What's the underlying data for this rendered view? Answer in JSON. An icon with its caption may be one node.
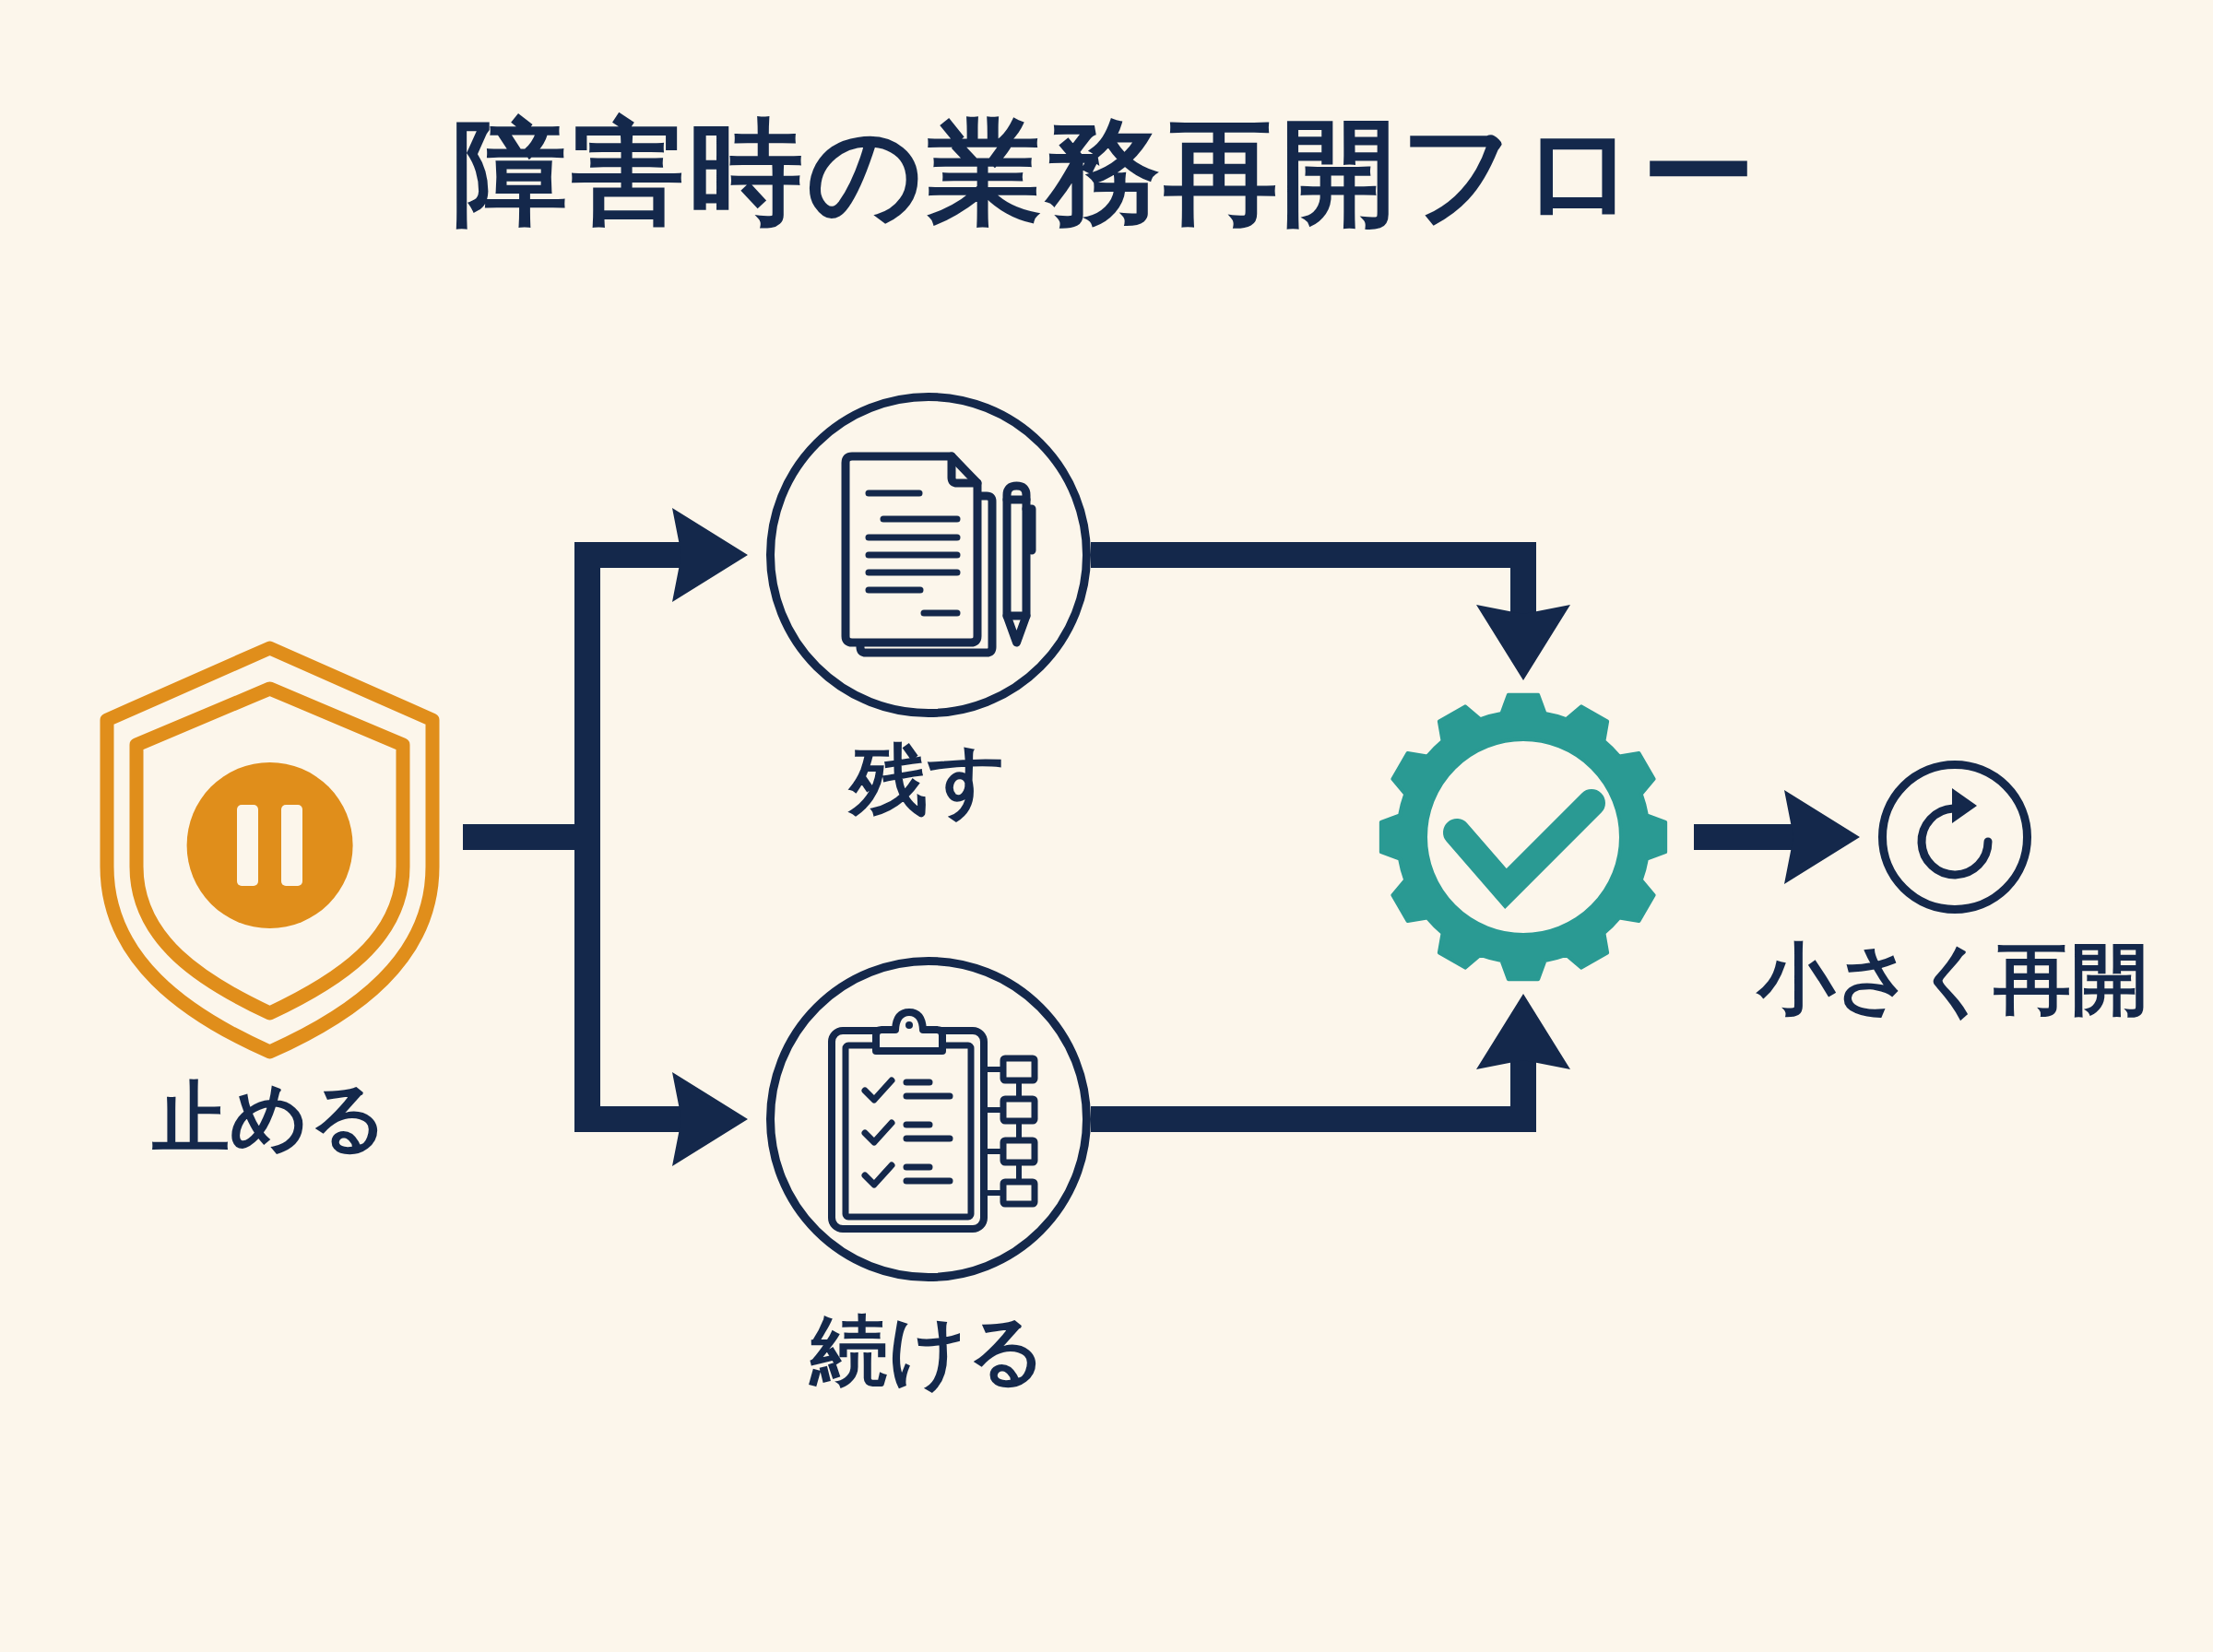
{
  "diagram": {
    "title": "障害時の業務再開フロー",
    "nodes": [
      {
        "text": [
          "止める"
        ]
      },
      {
        "text": [
          "残す"
        ]
      },
      {
        "text": [
          "続ける"
        ]
      },
      {
        "text": [],
        "shape": "gear"
      },
      {
        "text": [
          "小さく再開"
        ]
      }
    ],
    "edges": [
      {
        "from": 0,
        "to": 1,
        "arrow": "to"
      },
      {
        "from": 0,
        "to": 2,
        "arrow": "to"
      },
      {
        "from": 1,
        "to": 3,
        "arrow": "to"
      },
      {
        "from": 2,
        "to": 3,
        "arrow": "to"
      },
      {
        "from": 3,
        "to": 4,
        "arrow": "to"
      }
    ]
  }
}
